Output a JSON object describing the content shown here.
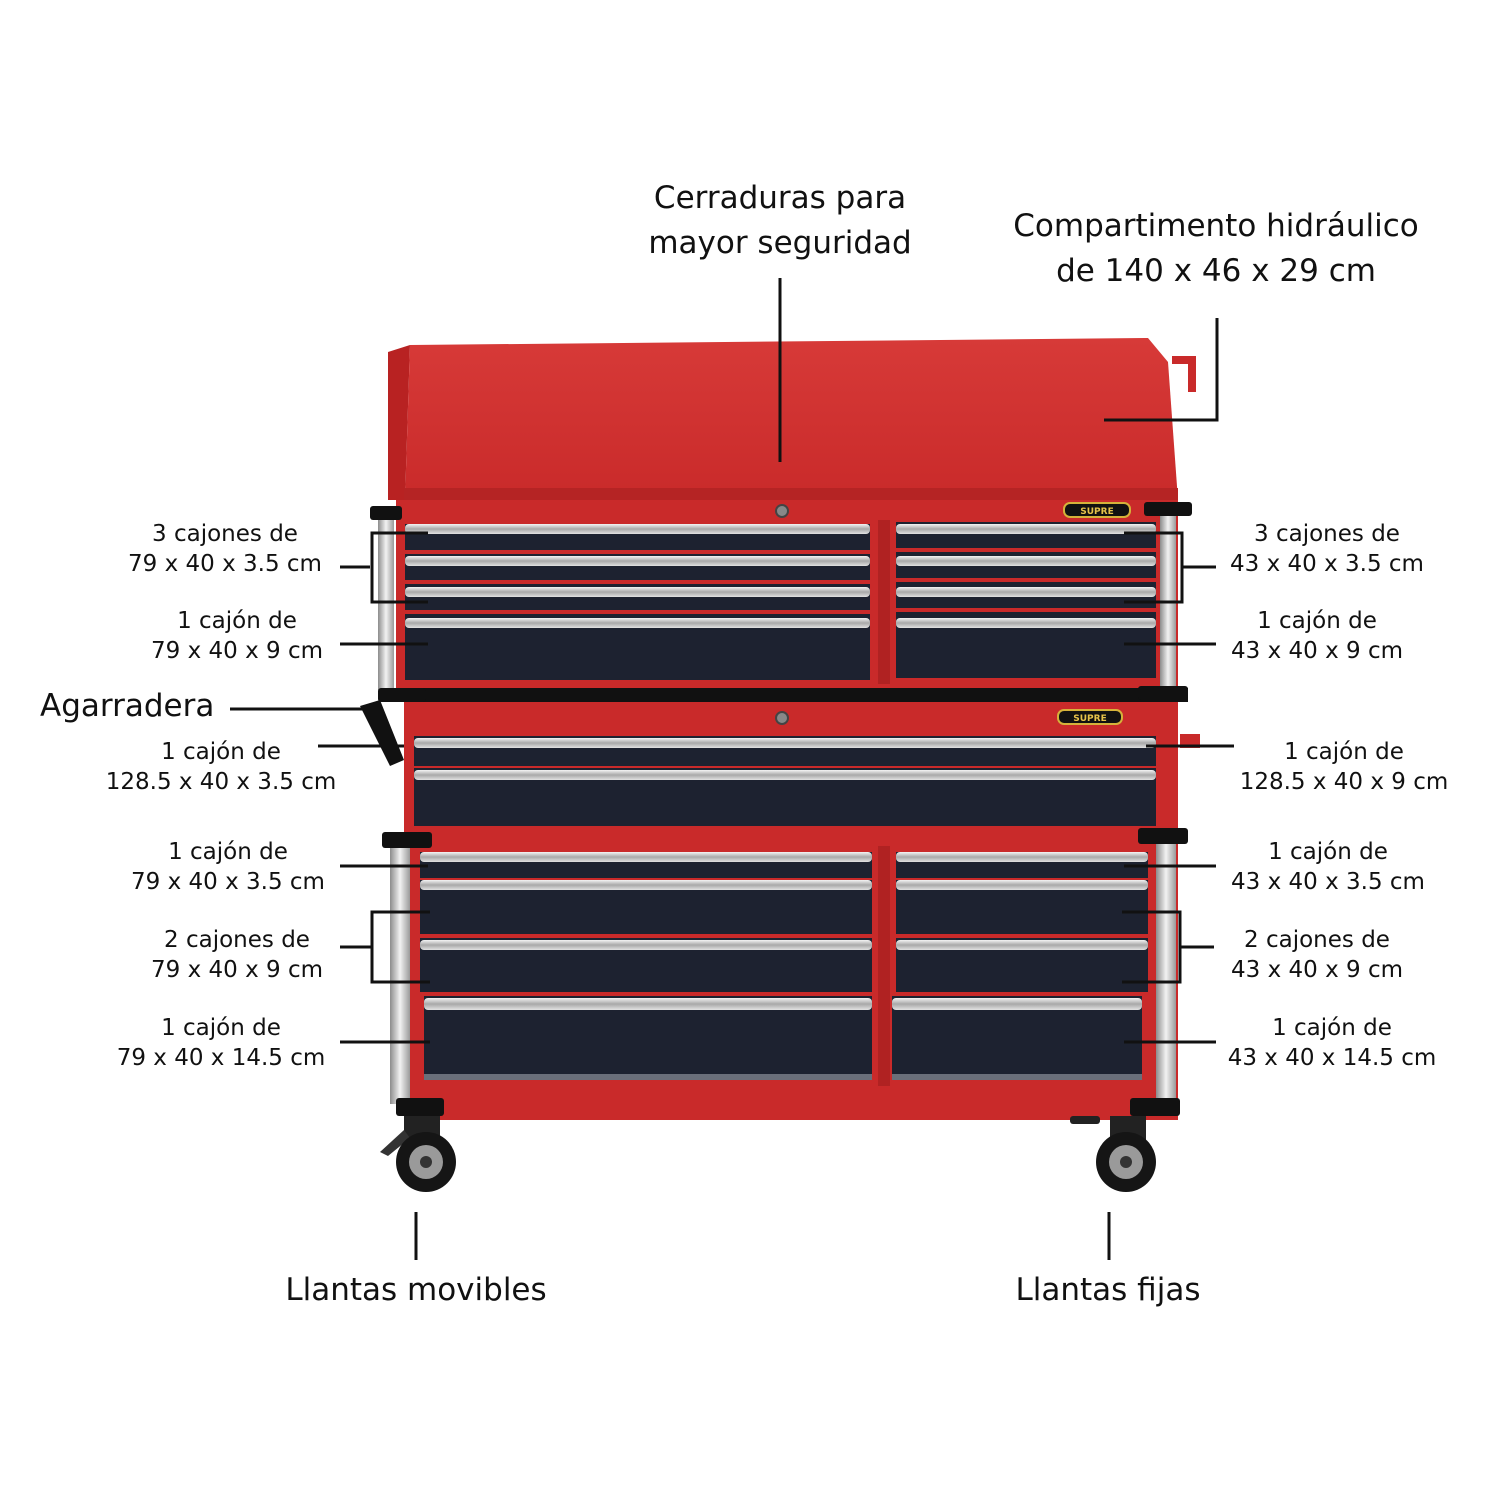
{
  "colors": {
    "red": "#c92a2a",
    "red_light": "#db4a48",
    "drawer": "#1d2230",
    "chrome": "#d6d6d6",
    "line": "#111111"
  },
  "brand_badge": "SUPRE",
  "labels": {
    "cerraduras": {
      "line1": "Cerraduras para",
      "line2": "mayor seguridad"
    },
    "compartimento": {
      "line1": "Compartimento hidráulico",
      "line2": "de 140 x 46 x 29 cm"
    },
    "agarradera": "Agarradera",
    "left_3_cajones": {
      "line1": "3 cajones de",
      "line2": "79 x 40 x 3.5 cm"
    },
    "right_3_cajones": {
      "line1": "3 cajones de",
      "line2": "43 x 40 x 3.5 cm"
    },
    "left_1_cajon_9": {
      "line1": "1 cajón de",
      "line2": "79 x 40 x 9 cm"
    },
    "right_1_cajon_9": {
      "line1": "1 cajón de",
      "line2": "43 x 40 x 9 cm"
    },
    "left_wide": {
      "line1": "1 cajón de",
      "line2": "128.5 x 40 x 3.5 cm"
    },
    "right_wide": {
      "line1": "1 cajón de",
      "line2": "128.5 x 40 x 9 cm"
    },
    "left_low_35": {
      "line1": "1 cajón de",
      "line2": "79 x 40 x 3.5 cm"
    },
    "right_low_35": {
      "line1": "1 cajón de",
      "line2": "43 x 40 x 3.5 cm"
    },
    "left_2_cajones": {
      "line1": "2 cajones de",
      "line2": "79 x 40 x 9 cm"
    },
    "right_2_cajones": {
      "line1": "2 cajones de",
      "line2": "43 x 40 x 9 cm"
    },
    "left_145": {
      "line1": "1 cajón de",
      "line2": "79 x 40 x 14.5 cm"
    },
    "right_145": {
      "line1": "1 cajón de",
      "line2": "43 x 40 x 14.5 cm"
    },
    "llantas_movibles": "Llantas movibles",
    "llantas_fijas": "Llantas fijas"
  }
}
